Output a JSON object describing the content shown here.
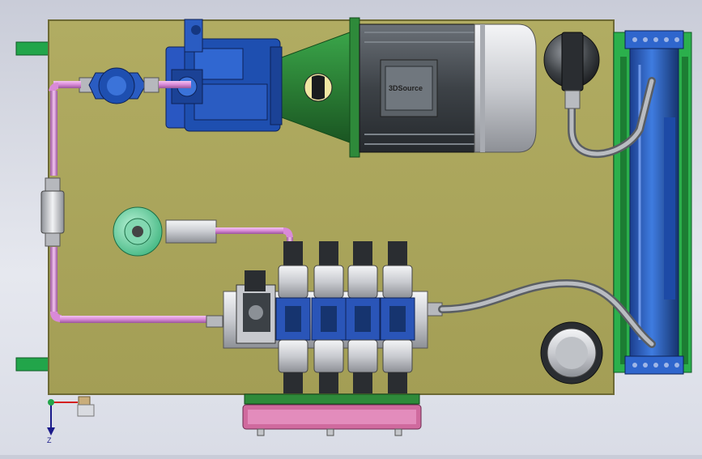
{
  "viewport": {
    "motor_brand": "3DSource",
    "triad_axis": "Z",
    "colors": {
      "background_top": "#c9ccd8",
      "base_plate": "#a9a45a",
      "base_edge": "#6d6a35",
      "pump_blue": "#1e4fb0",
      "bell_housing_green": "#2f8f3c",
      "motor_dark": "#4a4f55",
      "motor_silver": "#d7d9dd",
      "pipe_pink": "#d98ad8",
      "valve_blue": "#2a55b8",
      "cooler_blue": "#2a64c9",
      "cooler_green": "#25a540",
      "mount_green": "#22a54a",
      "hose_grey": "#8e9196"
    },
    "components": [
      "base-plate",
      "hydraulic-pump",
      "bell-housing",
      "electric-motor",
      "filler-breather",
      "oil-cooler",
      "return-hose",
      "pressure-filter",
      "pressure-line",
      "sight-gauge",
      "valve-manifold",
      "directional-valves",
      "relief-valve",
      "oil-level-window",
      "drain-outlet",
      "mounting-feet",
      "coordinate-triad"
    ]
  }
}
